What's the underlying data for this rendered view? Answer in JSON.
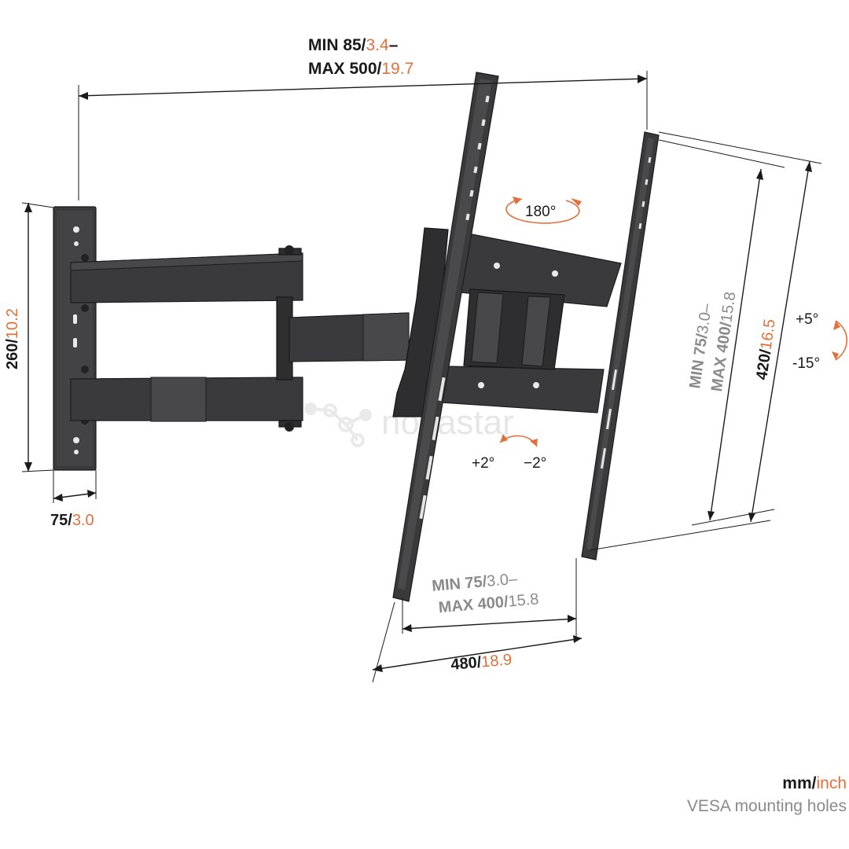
{
  "dimensions": {
    "top_width": {
      "line1_prefix": "MIN 85/",
      "line1_inch": "3.4",
      "line1_dash": "–",
      "line2_prefix": "MAX 500/",
      "line2_inch": "19.7"
    },
    "wall_plate_height": {
      "mm": "260/",
      "inch": "10.2"
    },
    "wall_plate_width": {
      "mm": "75/",
      "inch": "3.0"
    },
    "vesa_vertical": {
      "line1_prefix": "MIN 75/",
      "line1_inch": "3.0–",
      "line2_prefix": "MAX 400/",
      "line2_inch": "15.8"
    },
    "bracket_height": {
      "mm": "420/",
      "inch": "16.5"
    },
    "vesa_horizontal": {
      "line1_prefix": "MIN 75/",
      "line1_inch": "3.0–",
      "line2_prefix": "MAX 400/",
      "line2_inch": "15.8"
    },
    "bracket_width": {
      "mm": "480/",
      "inch": "18.9"
    }
  },
  "rotations": {
    "swivel": "180°",
    "tilt_up": "+5°",
    "tilt_down": "-15°",
    "level_plus": "+2°",
    "level_minus": "−2°"
  },
  "watermark": "novastar",
  "legend": {
    "unit_mm": "mm/",
    "unit_inch": "inch",
    "note": "VESA mounting holes"
  },
  "colors": {
    "accent": "#e0713c",
    "metal": "#3a3a3c",
    "text": "#1a1a1a",
    "muted": "#8a8a8a"
  }
}
